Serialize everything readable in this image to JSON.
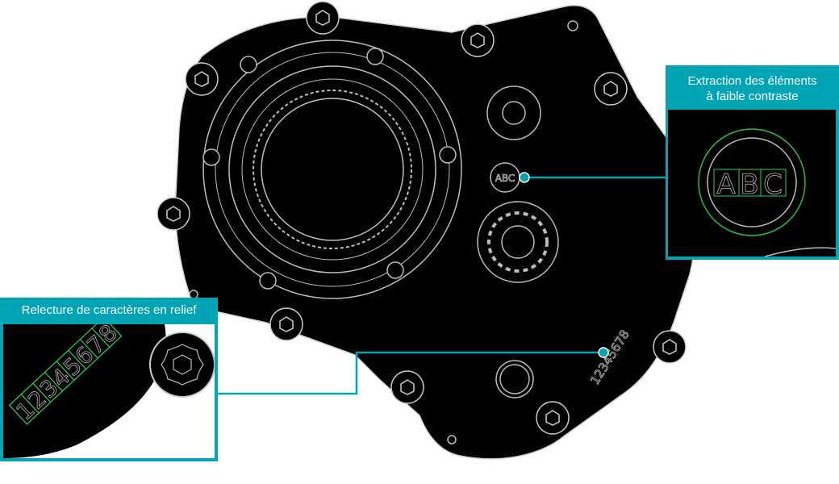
{
  "callouts": {
    "low_contrast": {
      "title_line1": "Extraction des éléments",
      "title_line2": "à faible contraste",
      "text": "ABC",
      "letters": [
        "A",
        "B",
        "C"
      ]
    },
    "relief": {
      "title": "Relecture de caractères en relief",
      "text": "12345678",
      "chars": [
        "1",
        "2",
        "3",
        "4",
        "5",
        "6",
        "7",
        "8"
      ]
    }
  },
  "part": {
    "marking_text": "ABC",
    "serial_text": "12345678"
  },
  "colors": {
    "accent": "#00a5b5",
    "detection": "#22d65a",
    "part": "#000000",
    "edge": "#cfcfcf"
  }
}
